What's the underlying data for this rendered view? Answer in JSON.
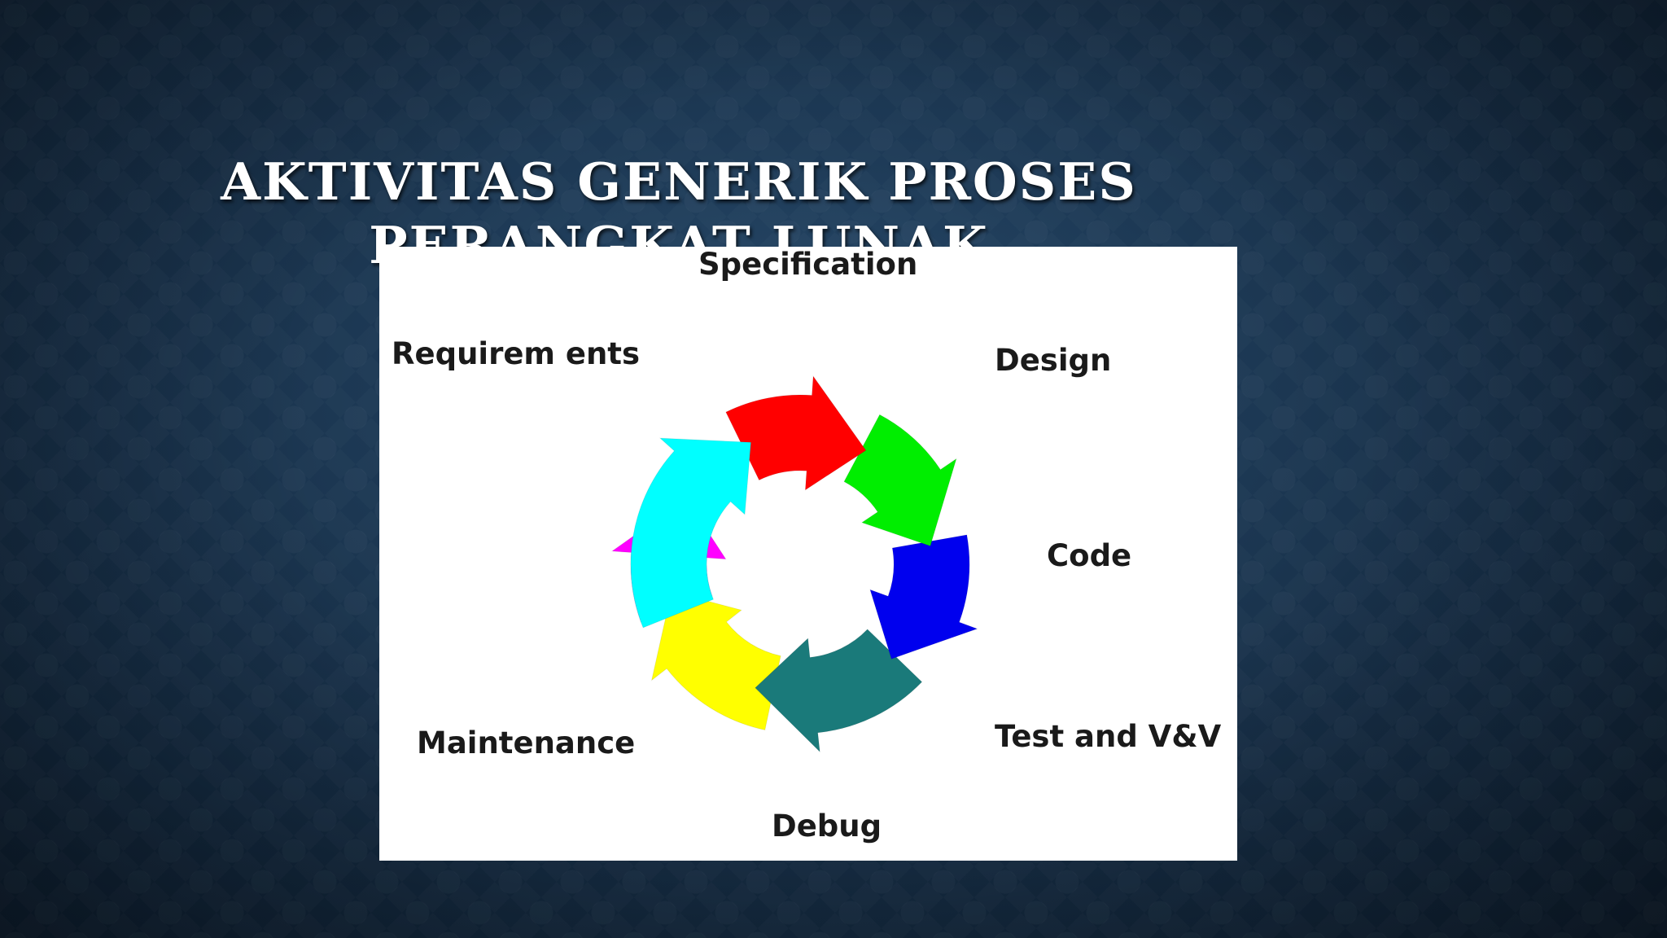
{
  "slide": {
    "title_line1": "AKTIVITAS GENERIK PROSES",
    "title_line2": "PERANGKAT LUNAK"
  },
  "cycle": {
    "labels": {
      "specification": "Specification",
      "design": "Design",
      "code": "Code",
      "test": "Test and V&V",
      "debug": "Debug",
      "maintenance": "Maintenance",
      "requirements": "Requirem ents"
    },
    "colors": {
      "specification": "#ff0000",
      "design": "#00ee00",
      "code": "#0000ee",
      "test": "#1a7a7a",
      "debug": "#ffff00",
      "maintenance": "#ff00ff",
      "requirements": "#00ffff"
    }
  }
}
